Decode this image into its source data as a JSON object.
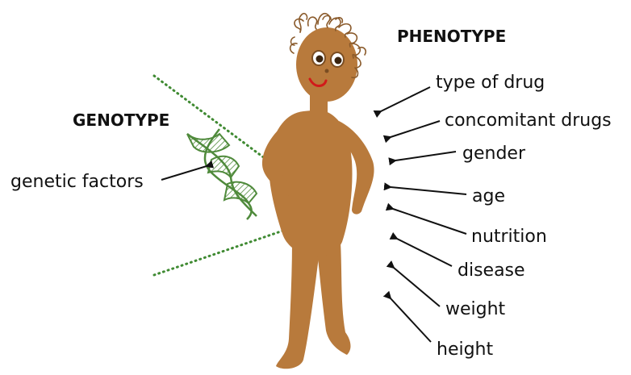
{
  "headings": {
    "genotype": "GENOTYPE",
    "phenotype": "PHENOTYPE"
  },
  "genotype_factor": "genetic factors",
  "phenotype_factors": [
    "type of drug",
    "concomitant drugs",
    "gender",
    "age",
    "nutrition",
    "disease",
    "weight",
    "height"
  ],
  "colors": {
    "body": "#b87a3c",
    "hair": "#8a5a2b",
    "dna": "#4f8a3b",
    "dotted": "#3f8a32",
    "mouth": "#d11a1a"
  }
}
